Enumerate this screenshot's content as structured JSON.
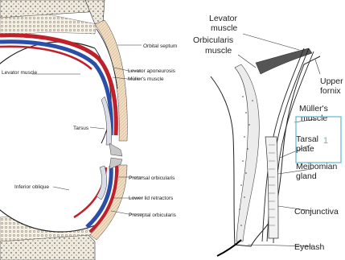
{
  "left_diagram": {
    "labels": {
      "orbital_septum": "Orbital septum",
      "levator_muscle": "Levator muscle",
      "levator_aponeurosis": "Levator aponeurosis",
      "mullers_muscle": "Müller's muscle",
      "tarsus": "Tarsus",
      "inferior_oblique": "Inferior oblique",
      "pretarsal_orbicularis": "Pretarsal orbicularis",
      "lower_lid_retractors": "Lower lid retractors",
      "preseptal_orbicularis": "Preseptal orbicularis"
    }
  },
  "right_diagram": {
    "labels": {
      "levator_muscle_line1": "Levator",
      "levator_muscle_line2": "muscle",
      "orbicularis_line1": "Orbicularis",
      "orbicularis_line2": "muscle",
      "upper_fornix_line1": "Upper",
      "upper_fornix_line2": "fornix",
      "mullers_line1": "Müller's",
      "mullers_line2": "muscle",
      "tarsal_line1": "Tarsal",
      "tarsal_line2": "plate",
      "meibomian_line1": "Meibomian",
      "meibomian_line2": "gland",
      "conjunctiva": "Conjunctiva",
      "eyelash": "Eyelash"
    },
    "marker": {
      "text": "1",
      "color": "#5fb6d6"
    }
  },
  "colors": {
    "red": "#c0202a",
    "blue": "#2b4fa8",
    "skin": "#f3e0c8",
    "bone": "#d8d2c6",
    "fat": "#c8bfa8"
  }
}
